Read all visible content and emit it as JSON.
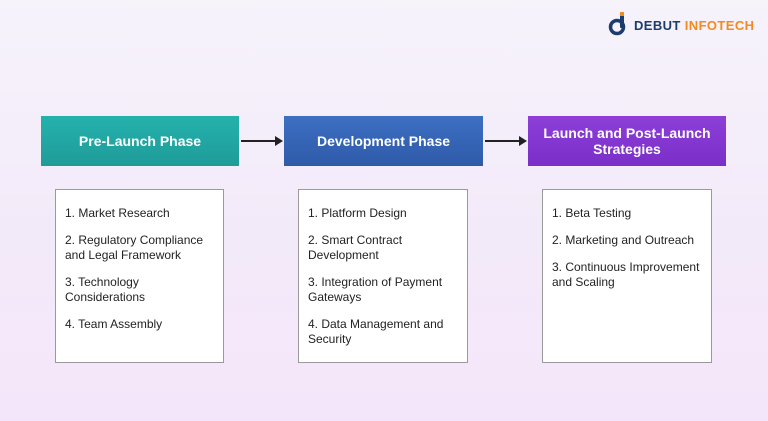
{
  "brand": {
    "word1": "DEBUT",
    "word2": "INFOTECH",
    "primary_color": "#1d3c6e",
    "accent_color": "#f28a1f"
  },
  "phases": [
    {
      "title": "Pre-Launch Phase",
      "color": "#22a8a5",
      "items": [
        "1. Market Research",
        "2. Regulatory Compliance and Legal Framework",
        "3. Technology Considerations",
        "4. Team Assembly"
      ]
    },
    {
      "title": "Development Phase",
      "color": "#3565b7",
      "items": [
        "1. Platform Design",
        "2. Smart Contract Development",
        "3. Integration of Payment Gateways",
        "4. Data Management and Security"
      ]
    },
    {
      "title": "Launch and Post-Launch Strategies",
      "color": "#8336d0",
      "items": [
        "1. Beta Testing",
        "2. Marketing and Outreach",
        "3. Continuous Improvement and Scaling"
      ]
    }
  ]
}
